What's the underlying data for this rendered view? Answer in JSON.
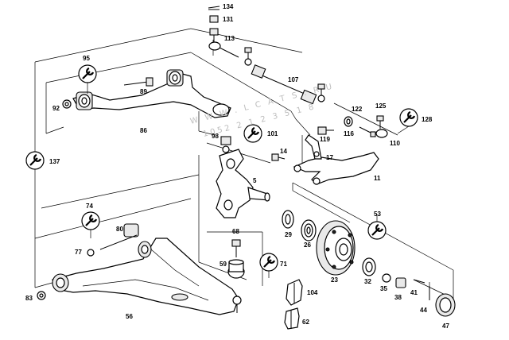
{
  "diagram": {
    "part_labels": {
      "p134": "134",
      "p131": "131",
      "p113": "113",
      "p107": "107",
      "p95": "95",
      "p89": "89",
      "p92": "92",
      "p86": "86",
      "p98": "98",
      "p101": "101",
      "p14": "14",
      "p17": "17",
      "p5": "5",
      "p11": "11",
      "p122": "122",
      "p125": "125",
      "p128": "128",
      "p116": "116",
      "p119": "119",
      "p110": "110",
      "p137": "137",
      "p74": "74",
      "p80": "80",
      "p77": "77",
      "p83": "83",
      "p56": "56",
      "p68": "68",
      "p59": "59",
      "p71": "71",
      "p104": "104",
      "p62": "62",
      "p29": "29",
      "p26": "26",
      "p23": "23",
      "p53": "53",
      "p32": "32",
      "p35": "35",
      "p38": "38",
      "p41": "41",
      "p44": "44",
      "p47": "47"
    },
    "watermark": {
      "line1": "W W W . L C A T S . R U",
      "line2": "1052 2 1 2 3 5 1 8"
    }
  }
}
